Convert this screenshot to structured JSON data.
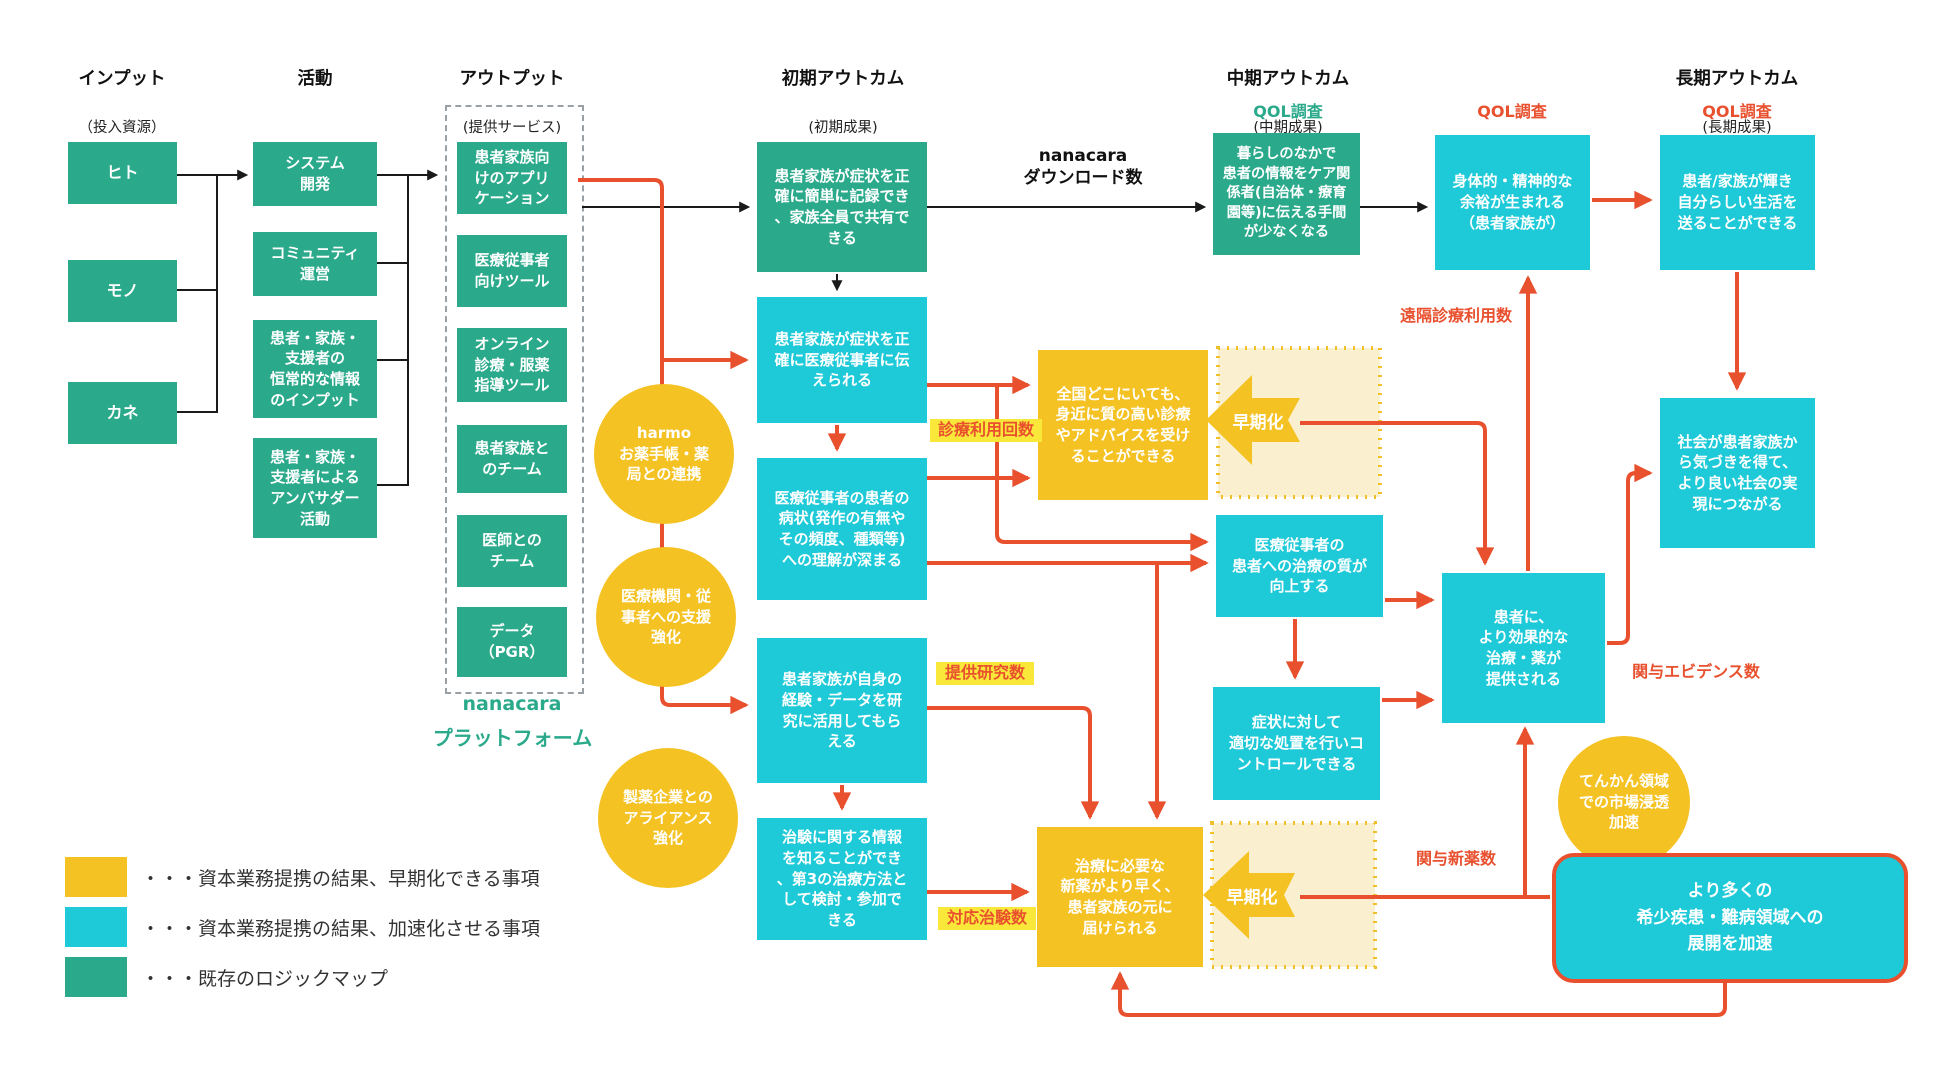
{
  "columns": {
    "input": {
      "title": "インプット",
      "sub": "（投入資源）"
    },
    "activity": {
      "title": "活動",
      "sub": ""
    },
    "output": {
      "title": "アウトプット",
      "sub": "(提供サービス)"
    },
    "early_outcome": {
      "title": "初期アウトカム",
      "sub": "(初期成果)"
    },
    "mid_outcome": {
      "title": "中期アウトカム",
      "sub": "(中期成果)"
    },
    "long_outcome": {
      "title": "長期アウトカム",
      "sub": "(長期成果)"
    }
  },
  "boxes": {
    "hito": "ヒト",
    "mono": "モノ",
    "kane": "カネ",
    "system_dev": "システム\n開発",
    "community": "コミュニティ\n運営",
    "joho_input": "患者・家族・\n支援者の\n恒常的な情報\nのインプット",
    "ambassador": "患者・家族・\n支援者による\nアンバサダー\n活動",
    "app": "患者家族向\nけのアプリ\nケーション",
    "tool_medical": "医療従事者\n向けツール",
    "online_tool": "オンライン\n診療・服薬\n指導ツール",
    "team_family": "患者家族と\nのチーム",
    "team_doctor": "医師との\nチーム",
    "data_pgr": "データ\n（PGR）",
    "record": "患者家族が症状を正\n確に簡単に記録でき\n、家族全員で共有で\nきる",
    "tell": "患者家族が症状を正\n確に医療従事者に伝\nえられる",
    "understand": "医療従事者の患者の\n病状(発作の有無や\nその頻度、種類等)\nへの理解が深まる",
    "research_use": "患者家族が自身の\n経験・データを研\n究に活用してもら\nえる",
    "chiken": "治験に関する情報\nを知ることができ\n、第3の治療方法と\nして検討・参加で\nきる",
    "zenkoku": "全国どこにいても、\n身近に質の高い診療\nやアドバイスを受け\nることができる",
    "kurashi": "暮らしのなかで\n患者の情報をケア関\n係者(自治体・療育\n園等)に伝える手間\nが少なくなる",
    "quality_up": "医療従事者の\n患者への治療の質が\n向上する",
    "control": "症状に対して\n適切な処置を行いコ\nントロールできる",
    "new_drug": "治療に必要な\n新薬がより早く、\n患者家族の元に\n届けられる",
    "effective": "患者に、\nより効果的な\n治療・薬が\n提供される",
    "margin": "身体的・精神的な\n余裕が生まれる\n（患者家族が）",
    "shine": "患者/家族が輝き\n自分らしい生活を\n送ることができる",
    "society": "社会が患者家族か\nら気づきを得て、\nより良い社会の実\n現につながる",
    "expand": "より多くの\n希少疾患・難病領域への\n展開を加速"
  },
  "circles": {
    "harmo": "harmo\nお薬手帳・薬\n局との連携",
    "medical_support": "医療機関・従\n事者への支援\n強化",
    "pharma": "製薬企業との\nアライアンス\n強化",
    "epilepsy": "てんかん領域\nでの市場浸透\n加速"
  },
  "labels": {
    "shinryo_riyou": "診療利用回数",
    "teikyo_kenkyu": "提供研究数",
    "taio_chiken": "対応治験数",
    "enkaku": "遠隔診療利用数",
    "kanyo_shinyaku": "関与新薬数",
    "kanyo_evidence": "関与エビデンス数",
    "download": "nanacara\nダウンロード数",
    "souki_1": "早期化",
    "souki_2": "早期化",
    "platform_1": "nanacara",
    "platform_2": "プラットフォーム",
    "qol_teal": "QOL調査",
    "qol_red_1": "QOL調査",
    "qol_red_2": "QOL調査"
  },
  "legend": [
    {
      "color": "#f5c224",
      "label": "・・・資本業務提携の結果、早期化できる事項"
    },
    {
      "color": "#1ec9d8",
      "label": "・・・資本業務提携の結果、加速化させる事項"
    },
    {
      "color": "#2aa98b",
      "label": "・・・既存のロジックマップ"
    }
  ],
  "colors": {
    "existing_green": "#2aa98b",
    "accelerate_cyan": "#1ec9d8",
    "early_yellow": "#f5c224",
    "arrow_red": "#e8502e",
    "zone_cream": "#faf0cf",
    "highlight_yellow": "#f9e73a"
  }
}
